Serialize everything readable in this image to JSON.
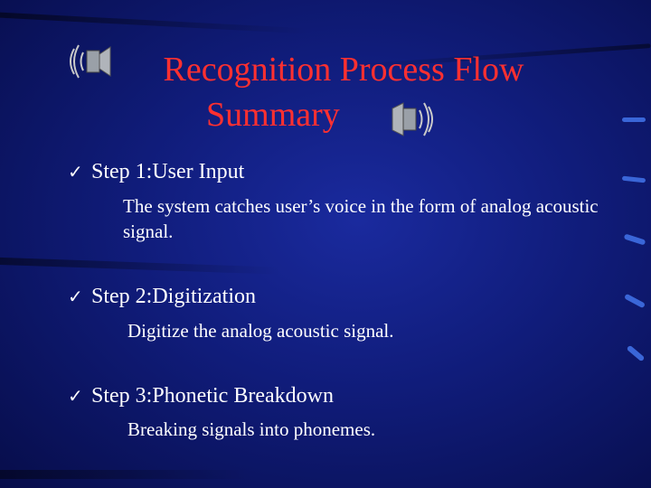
{
  "slide": {
    "title_line1": "Recognition Process Flow",
    "title_line2": "Summary",
    "check_glyph": "✓",
    "steps": [
      {
        "title": "Step 1:User Input",
        "description": "The system catches user’s voice in the form of analog acoustic signal."
      },
      {
        "title": "Step 2:Digitization",
        "description": "Digitize the analog acoustic signal."
      },
      {
        "title": "Step 3:Phonetic Breakdown",
        "description": "Breaking signals into phonemes."
      }
    ],
    "colors": {
      "title": "#ff3030",
      "text": "#ffffff",
      "background": "#101c7a"
    },
    "icons": [
      "speaker-sound-icon",
      "speaker-sound-icon"
    ]
  }
}
